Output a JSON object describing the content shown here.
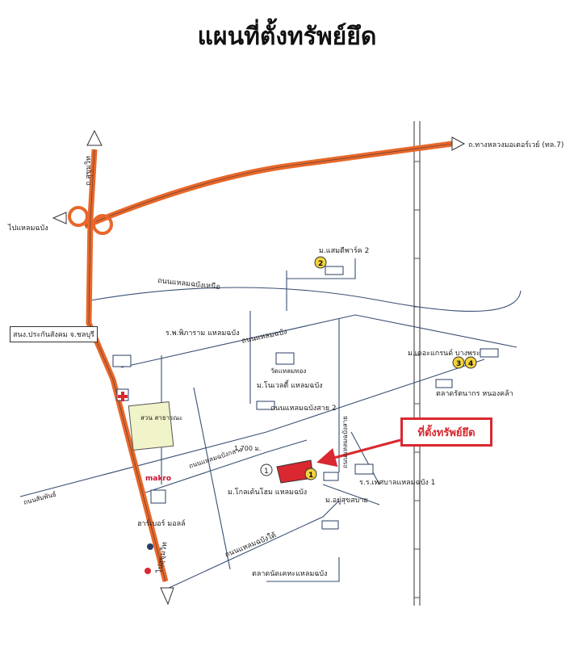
{
  "title": "แผนที่ตั้งทรัพย์ยึด",
  "callout_label": "ที่ตั้งทรัพย์ยึด",
  "labels": {
    "to_laem_chabang": "ไปแหลมฉบัง",
    "motorway": "ถ.ทางหลวงมอเตอร์เวย์ (ทล.7)",
    "sukhumvit": "ถ.สุขุมวิท",
    "sukhumvit_lower": "ไปสุขุมวิท",
    "laemchabang_north_rd": "ถนนแหลมฉบังเหนือ",
    "laemchabang_rd": "ถนนแหลมฉบัง",
    "laemchabang_rd2": "ถนนแหลมฉบังสาย 2",
    "laemchabang_south_rd": "ถนนแหลมฉบังใต้",
    "laemchabang_rd_vert": "ถนนแหลมฉบังสาย",
    "laemchabang_rd_lower": "ถนนแหลมฉบังกลาง",
    "sampan_rd": "ถนนสัมพันธ์",
    "hospital": "ร.พ.พิภาราม แหลมฉบัง",
    "office": "สนง.ประกันสังคม จ.ชลบุรี",
    "park": "สวน สาธารณะ",
    "makro": "makro",
    "harbor_mall": "ฮาร์เบอร์ มอลล์",
    "wat": "วัดแหลมทอง",
    "mo_novel": "ม.โนเวลตี้ แหลมฉบัง",
    "mo_golden": "ม.โกลเด้นโฮม แหลมฉบัง",
    "mo_sukssabai": "ม.อยู่สุขสบาย",
    "mo_samcharoen": "ม.แสมดีพาร์ค 2",
    "mo_grand": "ม.เดอะแกรนด์ บางพระ",
    "market_ratta": "ตลาดรัตนากร หนองคล้า",
    "school": "ร.ร.เทศบาลแหลมฉบัง 1",
    "market_nat": "ตลาดนัดเคหะแหลมฉบัง",
    "dist": "1,700 ม.",
    "n1": "1",
    "n2": "2",
    "n3": "3",
    "n4": "4",
    "n1b": "1"
  },
  "colors": {
    "main_road": "#e8672a",
    "road": "#3a4f73",
    "rail": "#555555",
    "accent": "#d9282f",
    "marker_yellow": "#f2d33c",
    "park": "#f1f3c8"
  }
}
